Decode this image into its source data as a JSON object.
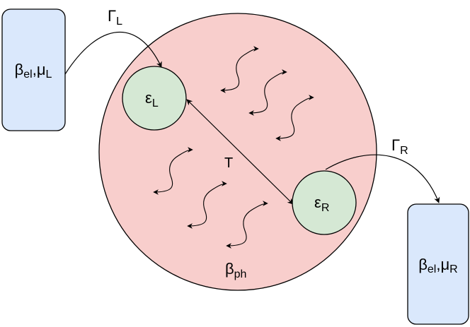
{
  "colors": {
    "reservoir_fill": "#dae8fc",
    "reservoir_stroke": "#000000",
    "cavity_fill": "#f8cecc",
    "dot_fill": "#d5e8d4",
    "line": "#000000"
  },
  "left_reservoir": {
    "beta": "β",
    "beta_sub": "el",
    "sep": ",",
    "mu": "μ",
    "mu_sub": "L"
  },
  "right_reservoir": {
    "beta": "β",
    "beta_sub": "el",
    "sep": ",",
    "mu": "μ",
    "mu_sub": "R"
  },
  "left_dot": {
    "symbol": "ε",
    "sub": "L"
  },
  "right_dot": {
    "symbol": "ε",
    "sub": "R"
  },
  "gamma_left": {
    "symbol": "Γ",
    "sub": "L"
  },
  "gamma_right": {
    "symbol": "Γ",
    "sub": "R"
  },
  "tunneling": {
    "label": "T"
  },
  "phonon_bath": {
    "beta": "β",
    "sub": "ph"
  },
  "phonon_icon": "wavy-double-arrow"
}
